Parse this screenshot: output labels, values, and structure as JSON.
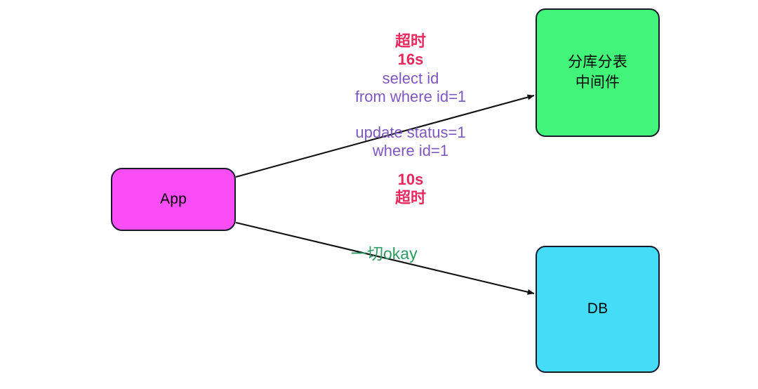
{
  "diagram": {
    "title": "App to sharding middleware and DB timeout diagram",
    "background": "#ffffff",
    "nodes": [
      {
        "id": "app",
        "label": "App",
        "lines": [
          "App"
        ],
        "fill": "#fa4df5",
        "stroke": "#1a1a2e"
      },
      {
        "id": "middleware",
        "label": "分库分表中间件",
        "lines": [
          "分库分表",
          "中间件"
        ],
        "fill": "#42f578",
        "stroke": "#1a1a2e"
      },
      {
        "id": "db",
        "label": "DB",
        "lines": [
          "DB"
        ],
        "fill": "#45dcf7",
        "stroke": "#1a1a2e"
      }
    ],
    "edges": [
      {
        "id": "app-to-middleware",
        "from": "App",
        "to": "分库分表中间件",
        "stroke": "#111111",
        "arrow": "filled-triangle"
      },
      {
        "id": "app-to-db",
        "from": "App",
        "to": "DB",
        "stroke": "#111111",
        "arrow": "filled-triangle"
      }
    ],
    "annotations": {
      "upper": {
        "lines": [
          {
            "text": "超时",
            "color": "#e8295e",
            "style": "red"
          },
          {
            "text": "16s",
            "color": "#e8295e",
            "style": "red"
          },
          {
            "text": "select id",
            "color": "#7e57c2",
            "style": "purple"
          },
          {
            "text": "from where id=1",
            "color": "#7e57c2",
            "style": "purple"
          }
        ]
      },
      "lower": {
        "lines": [
          {
            "text": "update status=1",
            "color": "#7e57c2",
            "style": "purple"
          },
          {
            "text": "where id=1",
            "color": "#7e57c2",
            "style": "purple"
          },
          {
            "text": "10s",
            "color": "#e8295e",
            "style": "red"
          },
          {
            "text": "超时",
            "color": "#e8295e",
            "style": "red"
          }
        ]
      },
      "okay": {
        "text": "一切okay",
        "color": "#2e9a62"
      }
    }
  }
}
